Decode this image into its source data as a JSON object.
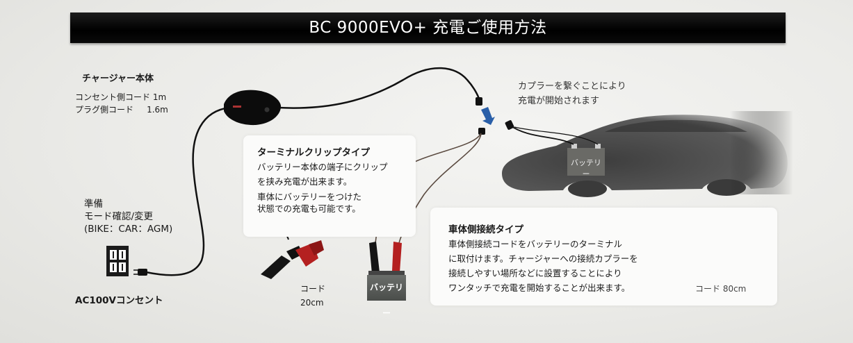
{
  "title": "BC 9000EVO+ 充電ご使用方法",
  "charger": {
    "heading": "チャージャー本体",
    "line1": "コンセント側コード 1m",
    "line2": "プラグ側コード     1.6m"
  },
  "prep": {
    "line1": "準備",
    "line2": "モード確認/変更",
    "line3": "(BIKE：CAR：AGM)"
  },
  "outlet": {
    "label": "AC100Vコンセント"
  },
  "coupler_note": {
    "line1": "カプラーを繋ぐことにより",
    "line2": "充電が開始されます"
  },
  "clip_card": {
    "title": "ターミナルクリップタイプ",
    "lines": [
      "バッテリー本体の端子にクリップ",
      "を挟み充電が出来ます。",
      "車体にバッテリーをつけた",
      "状態での充電も可能です。"
    ]
  },
  "clip_cord": {
    "line1": "コード",
    "line2": "20cm"
  },
  "battery_label": "バッテリー",
  "car_battery_label": "バッテリー",
  "vehicle_card": {
    "title": "車体側接続タイプ",
    "lines": [
      "車体側接続コードをバッテリーのターミナル",
      "に取付けます。チャージャーへの接続カプラーを",
      "接続しやすい場所などに設置することにより",
      "ワンタッチで充電を開始することが出来ます。"
    ],
    "cord_label": "コード 80cm"
  },
  "colors": {
    "title_bg": "#000000",
    "arrow": "#2a5fa8",
    "clip_red": "#b42020",
    "car": "#4a4a4a"
  }
}
